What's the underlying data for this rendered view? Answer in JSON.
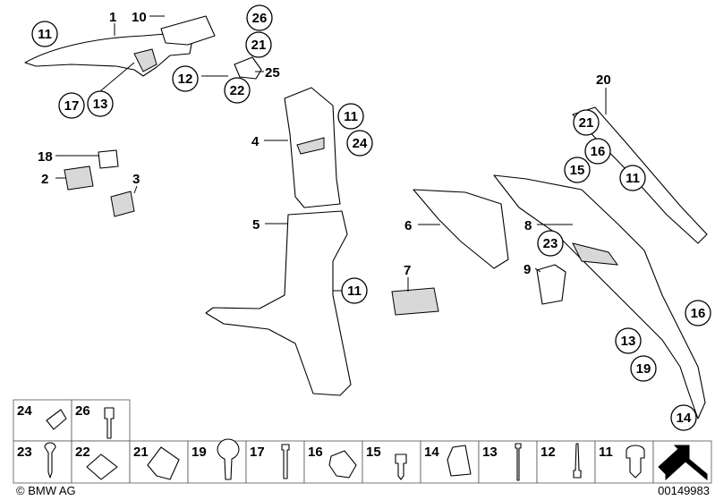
{
  "diagram": {
    "callouts_plain": [
      "1",
      "10",
      "25",
      "20",
      "4",
      "18",
      "2",
      "3",
      "5",
      "6",
      "8",
      "7",
      "9"
    ],
    "callouts_circled": [
      "11",
      "26",
      "21",
      "12",
      "22",
      "17",
      "13",
      "11",
      "24",
      "11",
      "21",
      "16",
      "15",
      "11",
      "23",
      "16",
      "13",
      "19",
      "14"
    ],
    "legend_top": [
      "24",
      "26"
    ],
    "legend_bottom": [
      "23",
      "22",
      "21",
      "19",
      "17",
      "16",
      "15",
      "14",
      "13",
      "12",
      "11"
    ]
  },
  "footer": {
    "copyright": "© BMW AG",
    "diagram_number": "00149983"
  }
}
